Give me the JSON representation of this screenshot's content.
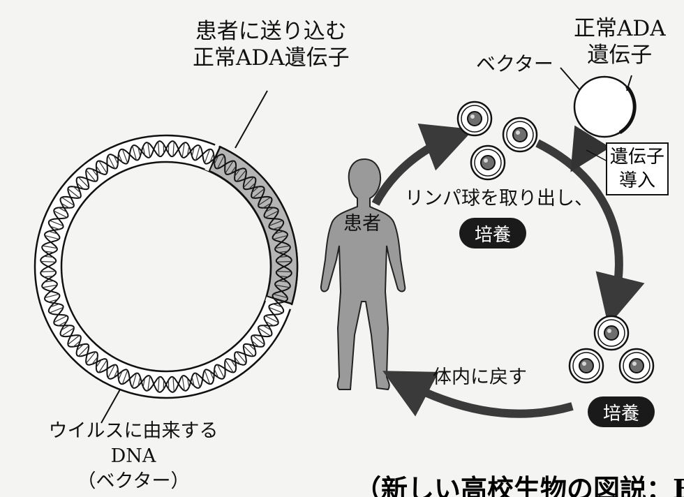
{
  "labels": {
    "gene_to_send_line1": "患者に送り込む",
    "gene_to_send_line2": "正常ADA遺伝子",
    "vector": "ベクター",
    "normal_ada_line1": "正常ADA",
    "normal_ada_line2": "遺伝子",
    "gene_transfer_line1": "遺伝子",
    "gene_transfer_line2": "導入",
    "patient": "患者",
    "extract_lymph": "リンパ球を取り出し、",
    "culture_top": "培養",
    "return_body": "体内に戻す",
    "culture_bottom": "培養",
    "virus_dna_line1": "ウイルスに由来する",
    "virus_dna_line2": "DNA",
    "virus_dna_line3": "（ベクター）",
    "caption": "（新しい高校生物の図説：Bl"
  },
  "colors": {
    "background": "#f4f4f2",
    "highlight_band": "#b5b5b5",
    "body_silhouette": "#9a9a9a",
    "arrow": "#3a3a3a",
    "label_pill": "#1a1a1a"
  }
}
